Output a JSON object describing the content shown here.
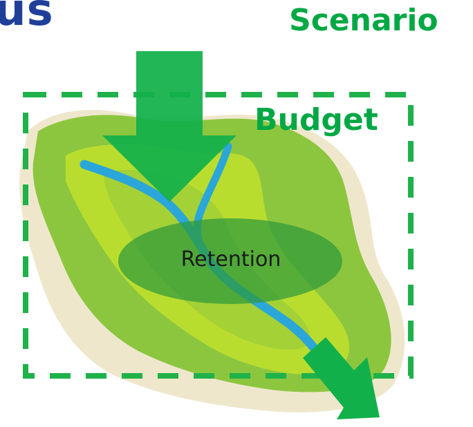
{
  "title_fragment": "us",
  "scenario_label": "Scenario",
  "budget_label": "Budget",
  "retention_label": "Retention",
  "colors": {
    "title": "#1f3f99",
    "accent_green": "#00a844",
    "dashed_box": "#1fb14a",
    "arrow": "#12b04a",
    "river": "#2aa6d8",
    "retention_fill": "#2f9a3a",
    "land_outer": "#9bd33f",
    "land_inner": "#b6dc2f",
    "land_edge": "#efe7cc"
  },
  "icons": {
    "inflow_arrow": "down-arrow-icon",
    "outflow_arrow": "down-right-arrow-icon"
  }
}
